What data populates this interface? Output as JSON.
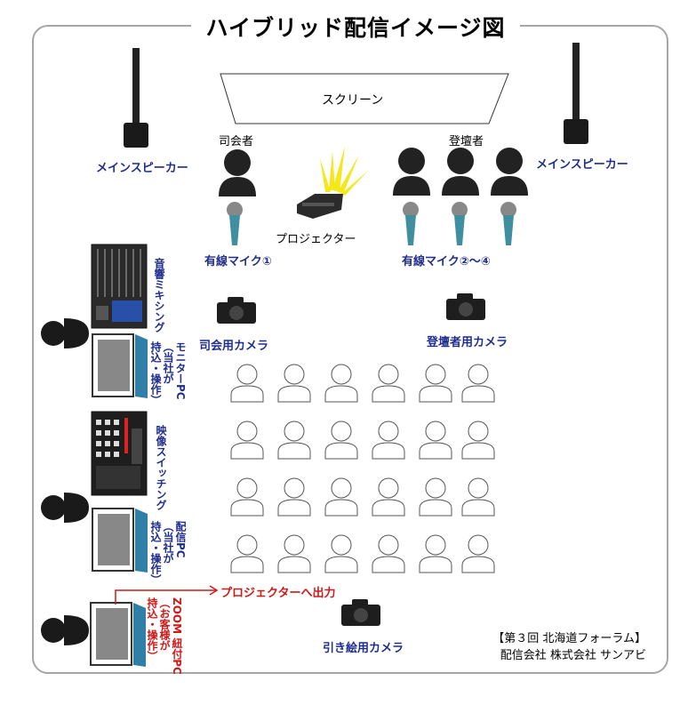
{
  "title": "ハイブリッド配信イメージ図",
  "screen": {
    "label": "スクリーン"
  },
  "speakers": {
    "left_label": "メインスピーカー",
    "right_label": "メインスピーカー"
  },
  "presenters": {
    "mc_label": "司会者",
    "speakers_label": "登壇者"
  },
  "projector": {
    "label": "プロジェクター"
  },
  "mics": {
    "mc_label": "有線マイク①",
    "speakers_label": "有線マイク②～④"
  },
  "cameras": {
    "mc_camera": "司会用カメラ",
    "speaker_camera": "登壇者用カメラ",
    "wide_camera": "引き絵用カメラ"
  },
  "equipment": {
    "mixer": "音響ミキシング",
    "monitor_pc": "モニターPC\n（当社が\n持込・操作）",
    "switcher": "映像スイッチング",
    "stream_pc": "配信PC\n（当社が\n持込・操作）",
    "zoom_pc": "ZOOM 紐付PC\n（お客様が\n持込・操作）"
  },
  "projector_output": "プロジェクターへ出力",
  "footer": {
    "event": "【第３回 北海道フォーラム】",
    "company": "配信会社 株式会社 サンアビ"
  },
  "colors": {
    "label_blue": "#1f2d8c",
    "label_red": "#d01818",
    "frame": "#a6a6a6"
  }
}
